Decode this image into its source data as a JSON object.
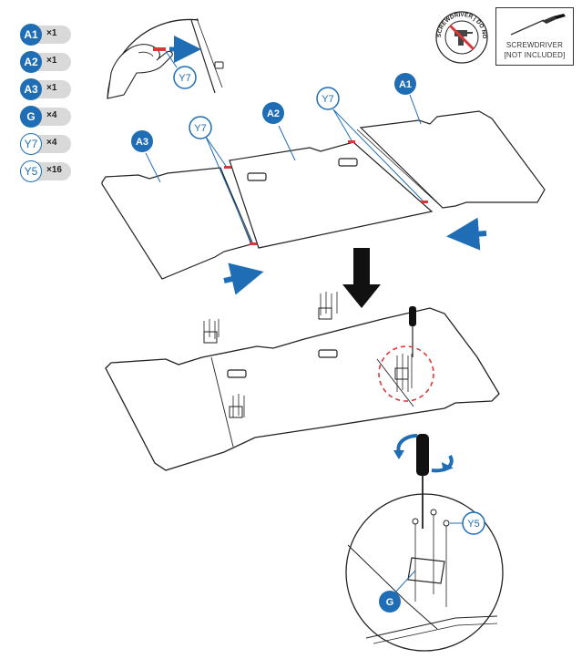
{
  "parts_list": [
    {
      "code": "A1",
      "qty": "×1",
      "style": "filled"
    },
    {
      "code": "A2",
      "qty": "×1",
      "style": "filled"
    },
    {
      "code": "A3",
      "qty": "×1",
      "style": "filled"
    },
    {
      "code": "G",
      "qty": "×4",
      "style": "filled"
    },
    {
      "code": "Y7",
      "qty": "×4",
      "style": "outline"
    },
    {
      "code": "Y5",
      "qty": "×16",
      "style": "outline"
    }
  ],
  "labels": {
    "panel_a1": "A1",
    "panel_a2": "A2",
    "panel_a3": "A3",
    "dowel_top": "Y7",
    "dowel_left": "Y7",
    "dowel_right": "Y7",
    "bracket": "G",
    "screw": "Y5"
  },
  "warning_seal": {
    "text": "SCREWDRIVER | DO NOT USE ELECTRIC"
  },
  "screwdriver_box": {
    "line1": "SCREWDRIVER",
    "line2": "[NOT INCLUDED]"
  },
  "colors": {
    "brand_blue": "#1f6db5",
    "dowel_red": "#d9383a",
    "line": "#222222"
  }
}
